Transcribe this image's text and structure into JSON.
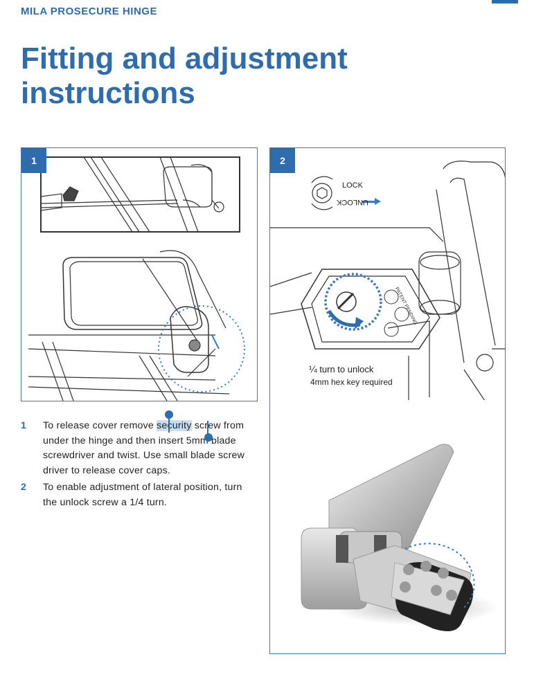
{
  "header": {
    "brand": "MILA PROSECURE HINGE",
    "title": "Fitting and adjustment instructions"
  },
  "panels": [
    {
      "badge": "1"
    },
    {
      "badge": "2",
      "lock_label": "LOCK",
      "unlock_label": "UNLOCK",
      "cover_text": "PATENT PENDING",
      "caption_fraction": "¼",
      "caption_turn": " turn to unlock",
      "caption_key": "4mm hex key required"
    }
  ],
  "instructions": [
    {
      "number": "1",
      "before": "To release cover remove ",
      "selected": "security",
      "after": " screw from under the hinge and then insert 5mm blade screwdriver and twist. Use small blade screw driver to release cover caps."
    },
    {
      "number": "2",
      "text": "To enable adjustment of lateral position, turn the unlock screw a 1/4 turn."
    }
  ],
  "colors": {
    "accent": "#2f6cad",
    "panel_border": "#3a78c0",
    "selection": "#c9ddf3"
  }
}
